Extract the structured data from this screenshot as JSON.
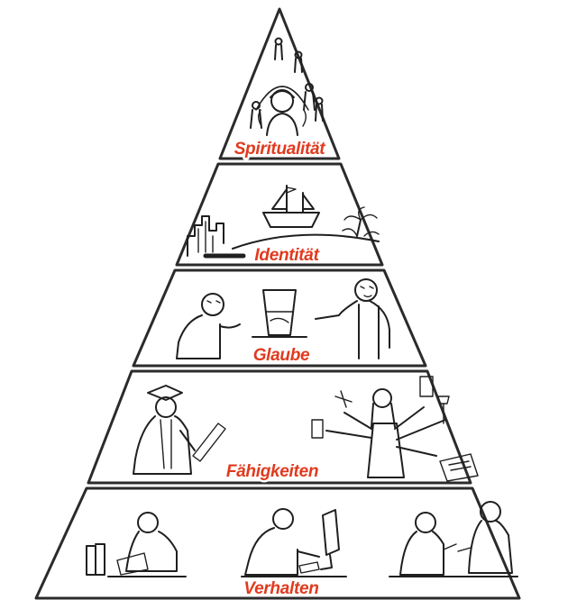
{
  "diagram": {
    "type": "pyramid",
    "label_color": "#e03a1e",
    "outline_color": "#2b2b2b",
    "levels": [
      {
        "id": "spiritualitaet",
        "label": "Spiritualität",
        "icon": "halo-figure-with-followers-sketch"
      },
      {
        "id": "identitaet",
        "label": "Identität",
        "icon": "sailing-ship-island-skyline-sketch"
      },
      {
        "id": "glaube",
        "label": "Glaube",
        "icon": "two-people-looking-at-glass-sketch"
      },
      {
        "id": "faehigkeiten",
        "label": "Fähigkeiten",
        "icon": "graduate-and-multitasking-person-sketch"
      },
      {
        "id": "verhalten",
        "label": "Verhalten",
        "icon": "reading-working-talking-people-sketch"
      }
    ]
  }
}
